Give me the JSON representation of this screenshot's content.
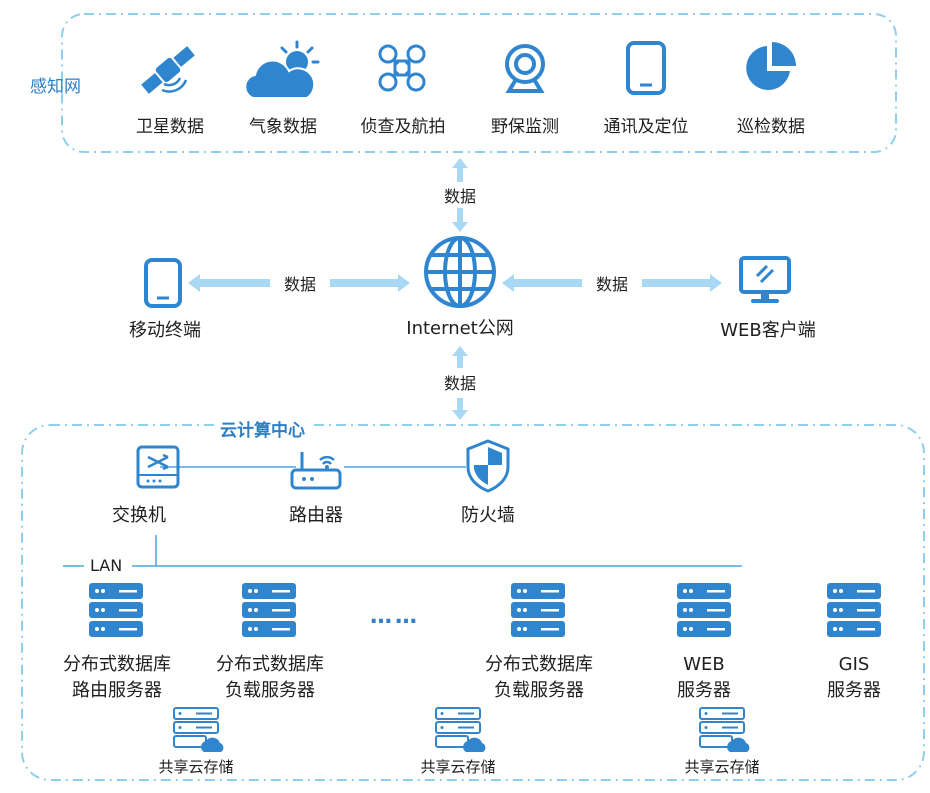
{
  "sensing": {
    "title": "感知网",
    "items": [
      {
        "label": "卫星数据",
        "icon": "satellite-icon"
      },
      {
        "label": "气象数据",
        "icon": "weather-icon"
      },
      {
        "label": "侦查及航拍",
        "icon": "drone-icon"
      },
      {
        "label": "野保监测",
        "icon": "webcam-icon"
      },
      {
        "label": "通讯及定位",
        "icon": "tablet-icon"
      },
      {
        "label": "巡检数据",
        "icon": "pie-chart-icon"
      }
    ]
  },
  "arrows": {
    "data_label": "数据"
  },
  "middle": {
    "mobile": "移动终端",
    "internet": "Internet公网",
    "web_client": "WEB客户端"
  },
  "cloud": {
    "title": "云计算中心",
    "switch": "交换机",
    "router": "路由器",
    "firewall": "防火墙",
    "lan": "LAN",
    "ellipsis": "……",
    "servers": [
      {
        "line1": "分布式数据库",
        "line2": "路由服务器"
      },
      {
        "line1": "分布式数据库",
        "line2": "负载服务器"
      },
      {
        "line1": "分布式数据库",
        "line2": "负载服务器"
      },
      {
        "line1": "WEB",
        "line2": "服务器"
      },
      {
        "line1": "GIS",
        "line2": "服务器"
      }
    ],
    "storage": [
      "共享云存储",
      "共享云存储",
      "共享云存储"
    ]
  },
  "colors": {
    "accent": "#2f86cf",
    "arrow": "#a9d8f5",
    "dash": "#8ed0ec",
    "line": "#4aa6dd"
  }
}
